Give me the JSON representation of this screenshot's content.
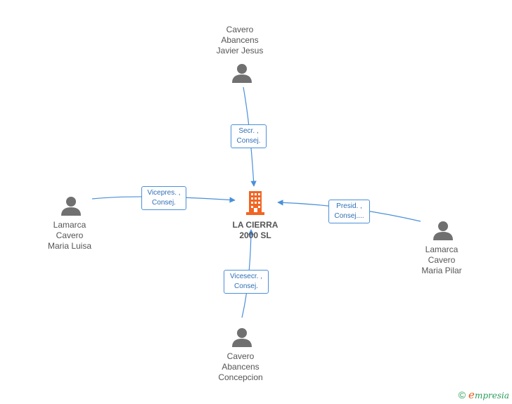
{
  "company": {
    "name_line1": "LA CIERRA",
    "name_line2": "2000 SL",
    "icon": "building-icon",
    "color": "#f26522"
  },
  "people": [
    {
      "id": "top",
      "lines": [
        "Cavero",
        "Abancens",
        "Javier Jesus"
      ],
      "icon": "person-icon"
    },
    {
      "id": "left",
      "lines": [
        "Lamarca",
        "Cavero",
        "Maria Luisa"
      ],
      "icon": "person-icon"
    },
    {
      "id": "right",
      "lines": [
        "Lamarca",
        "Cavero",
        "Maria Pilar"
      ],
      "icon": "person-icon"
    },
    {
      "id": "bottom",
      "lines": [
        "Cavero",
        "Abancens",
        "Concepcion"
      ],
      "icon": "person-icon"
    }
  ],
  "roles": [
    {
      "id": "top",
      "line1": "Secr. ,",
      "line2": "Consej."
    },
    {
      "id": "left",
      "line1": "Vicepres. ,",
      "line2": "Consej."
    },
    {
      "id": "right",
      "line1": "Presid. ,",
      "line2": "Consej...."
    },
    {
      "id": "bottom",
      "line1": "Vicesecr. ,",
      "line2": "Consej."
    }
  ],
  "colors": {
    "edge": "#4a90d9",
    "person": "#707070",
    "text": "#555555"
  },
  "brand": {
    "copyright": "©",
    "e_letter": "e",
    "rest": "mpresia"
  }
}
